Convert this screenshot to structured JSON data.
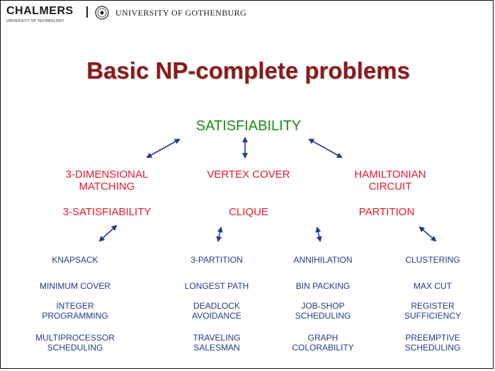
{
  "header": {
    "brand": "CHALMERS",
    "brand_sub": "UNIVERSITY OF TECHNOLOGY",
    "university": "UNIVERSITY OF GOTHENBURG"
  },
  "title": "Basic NP-complete problems",
  "root": "SATISFIABILITY",
  "mid": {
    "dim_matching": "3-DIMENSIONAL\nMATCHING",
    "vertex_cover": "VERTEX COVER",
    "hamiltonian": "HAMILTONIAN\nCIRCUIT",
    "three_sat": "3-SATISFIABILITY",
    "clique": "CLIQUE",
    "partition": "PARTITION"
  },
  "leaves": {
    "col1": [
      "KNAPSACK",
      "MINIMUM COVER",
      "INTEGER\nPROGRAMMING",
      "MULTIPROCESSOR\nSCHEDULING"
    ],
    "col2": [
      "3-PARTITION",
      "LONGEST PATH",
      "DEADLOCK\nAVOIDANCE",
      "TRAVELING\nSALESMAN"
    ],
    "col3": [
      "ANNIHILATION",
      "BIN PACKING",
      "JOB-SHOP\nSCHEDULING",
      "GRAPH\nCOLORABILITY"
    ],
    "col4": [
      "CLUSTERING",
      "MAX CUT",
      "REGISTER\nSUFFICIENCY",
      "PREEMPTIVE\nSCHEDULING"
    ]
  },
  "colors": {
    "title": "#8b1a1a",
    "root": "#1b8c1b",
    "mid": "#e8182c",
    "leaf": "#203c8c",
    "arrow": "#203c8c"
  }
}
